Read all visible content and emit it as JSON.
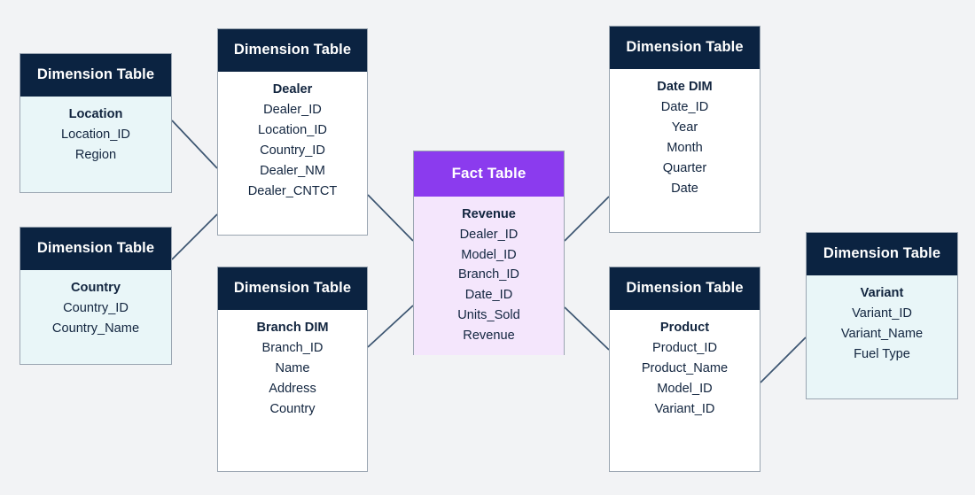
{
  "diagram": {
    "title_label": "Dimension Table",
    "fact_label": "Fact Table",
    "background_color": "#f2f3f5",
    "dimension_header_color": "#0b2341",
    "fact_header_color": "#8b3bee",
    "fact_body_color": "#f4e6fc",
    "cyan_body_color": "#e9f6f8",
    "line_color": "#3c5571"
  },
  "entities": {
    "location": {
      "header": "Dimension Table",
      "name": "Location",
      "columns": [
        "Location_ID",
        "Region"
      ]
    },
    "country": {
      "header": "Dimension Table",
      "name": "Country",
      "columns": [
        "Country_ID",
        "Country_Name"
      ]
    },
    "dealer": {
      "header": "Dimension Table",
      "name": "Dealer",
      "columns": [
        "Dealer_ID",
        "Location_ID",
        "Country_ID",
        "Dealer_NM",
        "Dealer_CNTCT"
      ]
    },
    "branch": {
      "header": "Dimension Table",
      "name": "Branch DIM",
      "columns": [
        "Branch_ID",
        "Name",
        "Address",
        "Country"
      ]
    },
    "fact": {
      "header": "Fact Table",
      "name": "Revenue",
      "columns": [
        "Dealer_ID",
        "Model_ID",
        "Branch_ID",
        "Date_ID",
        "Units_Sold",
        "Revenue"
      ]
    },
    "date": {
      "header": "Dimension Table",
      "name": "Date DIM",
      "columns": [
        "Date_ID",
        "Year",
        "Month",
        "Quarter",
        "Date"
      ]
    },
    "product": {
      "header": "Dimension Table",
      "name": "Product",
      "columns": [
        "Product_ID",
        "Product_Name",
        "Model_ID",
        "Variant_ID"
      ]
    },
    "variant": {
      "header": "Dimension Table",
      "name": "Variant",
      "columns": [
        "Variant_ID",
        "Variant_Name",
        "Fuel Type"
      ]
    }
  },
  "relationships": [
    {
      "from": "location",
      "to": "dealer"
    },
    {
      "from": "country",
      "to": "dealer"
    },
    {
      "from": "dealer",
      "to": "fact"
    },
    {
      "from": "branch",
      "to": "fact"
    },
    {
      "from": "fact",
      "to": "date"
    },
    {
      "from": "fact",
      "to": "product"
    },
    {
      "from": "product",
      "to": "variant"
    }
  ]
}
